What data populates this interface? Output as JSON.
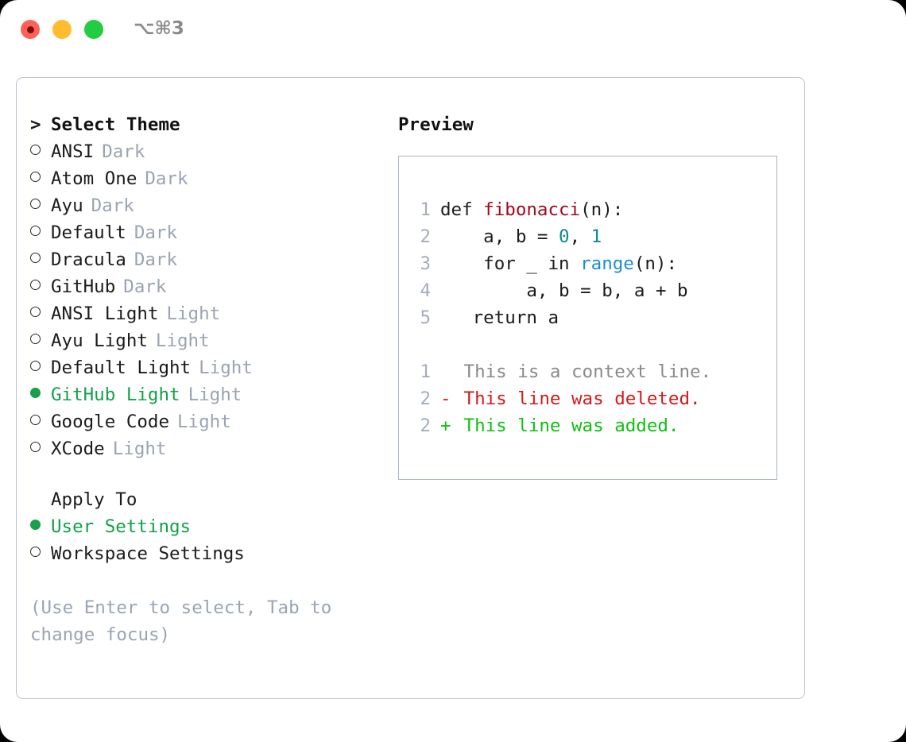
{
  "titlebar": {
    "shortcut": "⌥⌘3",
    "lights": [
      {
        "name": "close",
        "color": "#ff6159"
      },
      {
        "name": "minimize",
        "color": "#ffbd2e"
      },
      {
        "name": "maximize",
        "color": "#23cd41"
      }
    ]
  },
  "theme_picker": {
    "heading_marker": ">",
    "heading": "Select Theme",
    "items": [
      {
        "marker": "○",
        "label": "ANSI",
        "variant": "Dark",
        "selected": false
      },
      {
        "marker": "○",
        "label": "Atom One",
        "variant": "Dark",
        "selected": false
      },
      {
        "marker": "○",
        "label": "Ayu",
        "variant": "Dark",
        "selected": false
      },
      {
        "marker": "○",
        "label": "Default",
        "variant": "Dark",
        "selected": false
      },
      {
        "marker": "○",
        "label": "Dracula",
        "variant": "Dark",
        "selected": false
      },
      {
        "marker": "○",
        "label": "GitHub",
        "variant": "Dark",
        "selected": false
      },
      {
        "marker": "○",
        "label": "ANSI Light",
        "variant": "Light",
        "selected": false
      },
      {
        "marker": "○",
        "label": "Ayu Light",
        "variant": "Light",
        "selected": false
      },
      {
        "marker": "○",
        "label": "Default Light",
        "variant": "Light",
        "selected": false
      },
      {
        "marker": "●",
        "label": "GitHub Light",
        "variant": "Light",
        "selected": true
      },
      {
        "marker": "○",
        "label": "Google Code",
        "variant": "Light",
        "selected": false
      },
      {
        "marker": "○",
        "label": "XCode",
        "variant": "Light",
        "selected": false
      }
    ]
  },
  "apply_to": {
    "heading": "Apply To",
    "options": [
      {
        "marker": "●",
        "label": "User Settings",
        "selected": true
      },
      {
        "marker": "○",
        "label": "Workspace Settings",
        "selected": false
      }
    ]
  },
  "hint": "(Use Enter to select, Tab to change focus)",
  "preview": {
    "title": "Preview",
    "code_lines": [
      {
        "num": "1",
        "segments": [
          {
            "text": "def ",
            "kind": "plain"
          },
          {
            "text": "fibonacci",
            "kind": "fn"
          },
          {
            "text": "(n):",
            "kind": "plain"
          }
        ]
      },
      {
        "num": "2",
        "segments": [
          {
            "text": "    a, b = ",
            "kind": "plain"
          },
          {
            "text": "0",
            "kind": "num"
          },
          {
            "text": ", ",
            "kind": "plain"
          },
          {
            "text": "1",
            "kind": "num"
          }
        ]
      },
      {
        "num": "3",
        "segments": [
          {
            "text": "    for _ in ",
            "kind": "plain"
          },
          {
            "text": "range",
            "kind": "built"
          },
          {
            "text": "(n):",
            "kind": "plain"
          }
        ]
      },
      {
        "num": "4",
        "segments": [
          {
            "text": "        a, b = b, a + b",
            "kind": "plain"
          }
        ]
      },
      {
        "num": "5",
        "segments": [
          {
            "text": "   return a",
            "kind": "plain"
          }
        ]
      }
    ],
    "diff_lines": [
      {
        "num": "1",
        "mark": " ",
        "text": "This is a context line.",
        "kind": "context"
      },
      {
        "num": "2",
        "mark": "-",
        "text": "This line was deleted.",
        "kind": "del"
      },
      {
        "num": "2",
        "mark": "+",
        "text": "This line was added.",
        "kind": "add"
      }
    ]
  },
  "colors": {
    "accent_green": "#14a04a",
    "muted_gray": "#9aa4b2",
    "diff_add": "#10c010",
    "diff_del": "#d01b1b",
    "token_function": "#a3091b",
    "token_number": "#0e8a8a",
    "token_builtin": "#1a8fd0"
  }
}
